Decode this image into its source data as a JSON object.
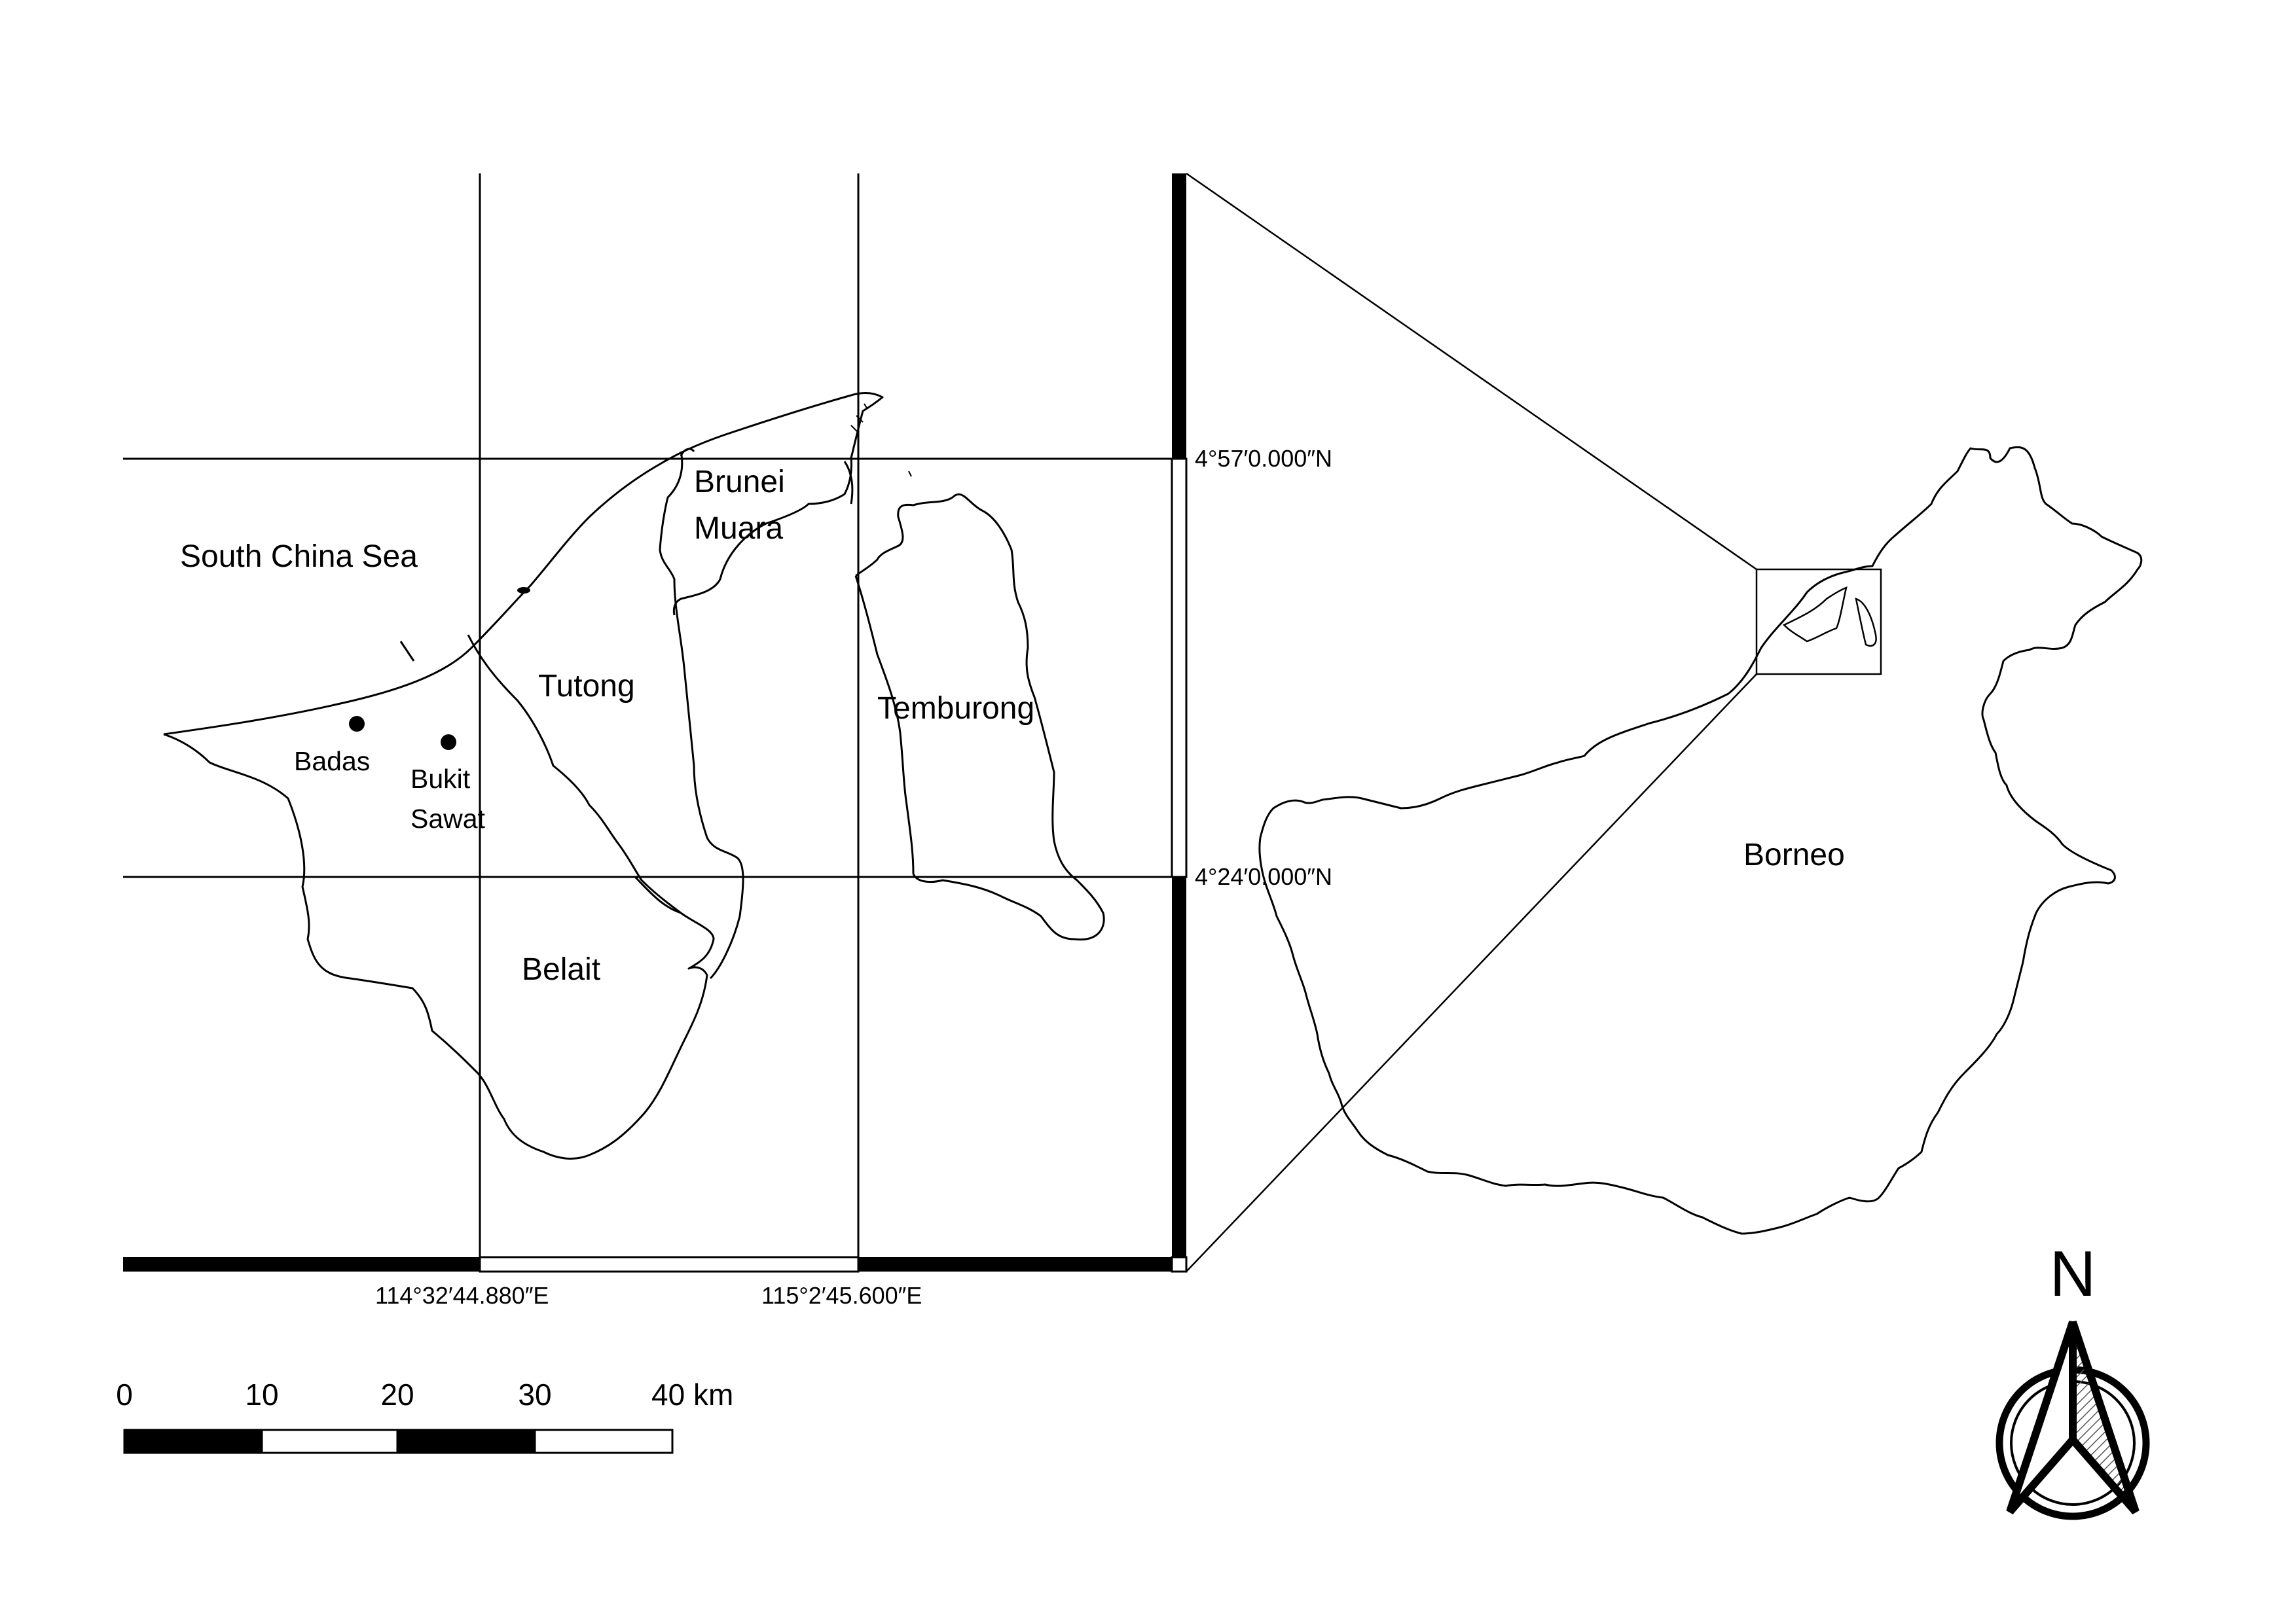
{
  "map": {
    "places": {
      "south_china_sea": "South China Sea",
      "brunei_muara_line1": "Brunei",
      "brunei_muara_line2": "Muara",
      "tutong": "Tutong",
      "temburong": "Temburong",
      "belait": "Belait",
      "badas": "Badas",
      "bukit_sawat_line1": "Bukit",
      "bukit_sawat_line2": "Sawat"
    },
    "coordinates": {
      "lat_north": "4°57′0.000″N",
      "lat_south": "4°24′0.000″N",
      "lon_west": "114°32′44.880″E",
      "lon_east": "115°2′45.600″E"
    },
    "inset": {
      "title": "Borneo"
    }
  },
  "scale_bar": {
    "labels": [
      "0",
      "10",
      "20",
      "30",
      "40 km"
    ]
  },
  "north_arrow": {
    "label": "N"
  },
  "colors": {
    "ink": "#000000",
    "paper": "#ffffff",
    "arrow_hatch": "#555555"
  }
}
